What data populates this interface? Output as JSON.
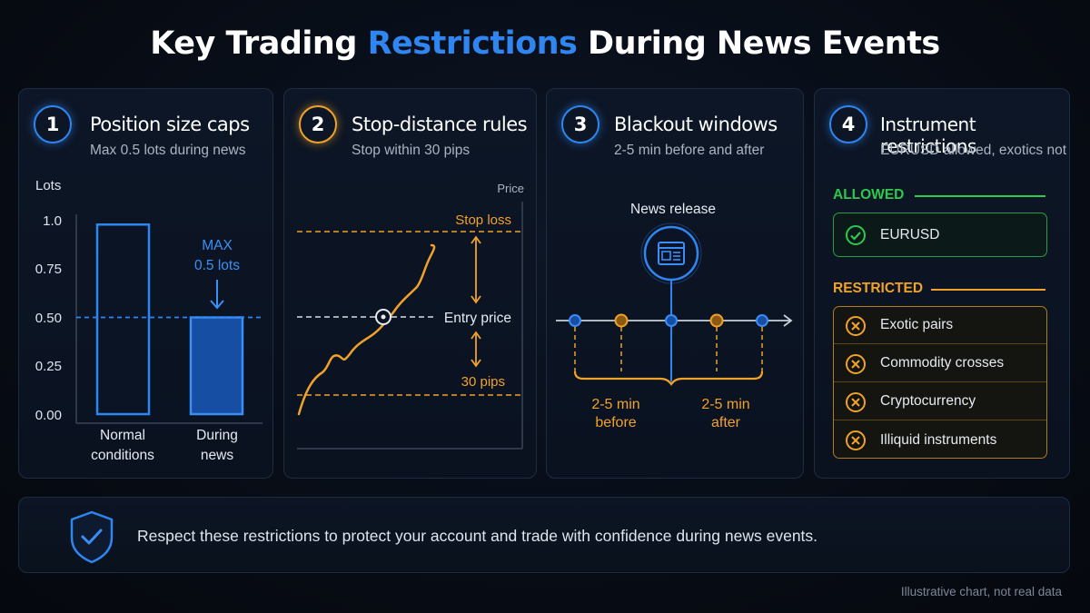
{
  "title": {
    "prefix": "Key Trading ",
    "highlight": "Restrictions",
    "suffix": " During News Events"
  },
  "cards": [
    {
      "number": "1",
      "title": "Position size caps",
      "subtitle": "Max 0.5 lots during news"
    },
    {
      "number": "2",
      "title": "Stop-distance rules",
      "subtitle": "Stop within 30 pips"
    },
    {
      "number": "3",
      "title": "Blackout windows",
      "subtitle": "2-5 min before and after"
    },
    {
      "number": "4",
      "title": "Instrument restrictions",
      "subtitle": "EURUSD allowed, exotics not"
    }
  ],
  "position_chart": {
    "ylabel": "Lots",
    "yticks": [
      "1.0",
      "0.75",
      "0.50",
      "0.25",
      "0.00"
    ],
    "bars": [
      {
        "label_line1": "Normal",
        "label_line2": "conditions",
        "value": 0.98
      },
      {
        "label_line1": "During",
        "label_line2": "news",
        "value": 0.5
      }
    ],
    "cap_label_line1": "MAX",
    "cap_label_line2": "0.5 lots",
    "cap_value": 0.5
  },
  "stop_chart": {
    "axis_label": "Price",
    "stop_loss_label": "Stop loss",
    "entry_label": "Entry price",
    "pips_label": "30 pips"
  },
  "blackout": {
    "event_label": "News release",
    "before_line1": "2-5 min",
    "before_line2": "before",
    "after_line1": "2-5 min",
    "after_line2": "after"
  },
  "instruments": {
    "allowed_heading": "ALLOWED",
    "allowed": [
      "EURUSD"
    ],
    "restricted_heading": "RESTRICTED",
    "restricted": [
      "Exotic pairs",
      "Commodity crosses",
      "Cryptocurrency",
      "Illiquid instruments"
    ]
  },
  "footer": {
    "text": "Respect these restrictions to protect your account and trade with confidence during news events."
  },
  "note": "Illustrative chart, not real data",
  "colors": {
    "blue": "#2f86f0",
    "orange": "#f0a22a",
    "green": "#2ec84e"
  },
  "icons": [
    "shield-check-icon",
    "news-icon",
    "check-circle-icon",
    "x-circle-icon"
  ]
}
